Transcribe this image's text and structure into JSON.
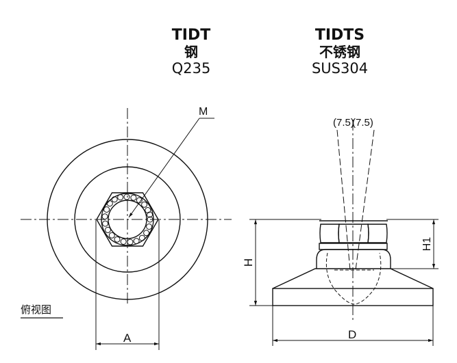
{
  "headers": {
    "left": {
      "title": "TIDT",
      "material": "钢",
      "grade": "Q235"
    },
    "right": {
      "title": "TIDTS",
      "material": "不锈钢",
      "grade": "SUS304"
    }
  },
  "labels": {
    "top_view": "俯视图",
    "thread": "M",
    "hex_width": "A",
    "diameter": "D",
    "height": "H",
    "height1": "H1",
    "angle_left": "(7.5)",
    "angle_right": "(7.5)"
  }
}
